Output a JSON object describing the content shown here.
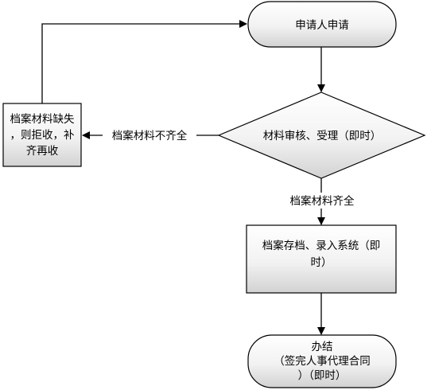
{
  "nodes": {
    "start": {
      "label": "申请人申请"
    },
    "review": {
      "label": "材料审核、受理（即时）"
    },
    "reject": {
      "lines": [
        "档案材料缺失",
        "，则拒收，补",
        "齐再收"
      ]
    },
    "archive": {
      "lines": [
        "档案存档、录入系统（即",
        "时）"
      ]
    },
    "end": {
      "lines": [
        "办结",
        "（签完人事代理合同",
        "）（即时）"
      ]
    }
  },
  "edges": {
    "incomplete": "档案材料不齐全",
    "complete": "档案材料齐全"
  },
  "colors": {
    "fill_light": "#ffffff",
    "fill_dark": "#d6d6d6",
    "stroke": "#000000"
  }
}
